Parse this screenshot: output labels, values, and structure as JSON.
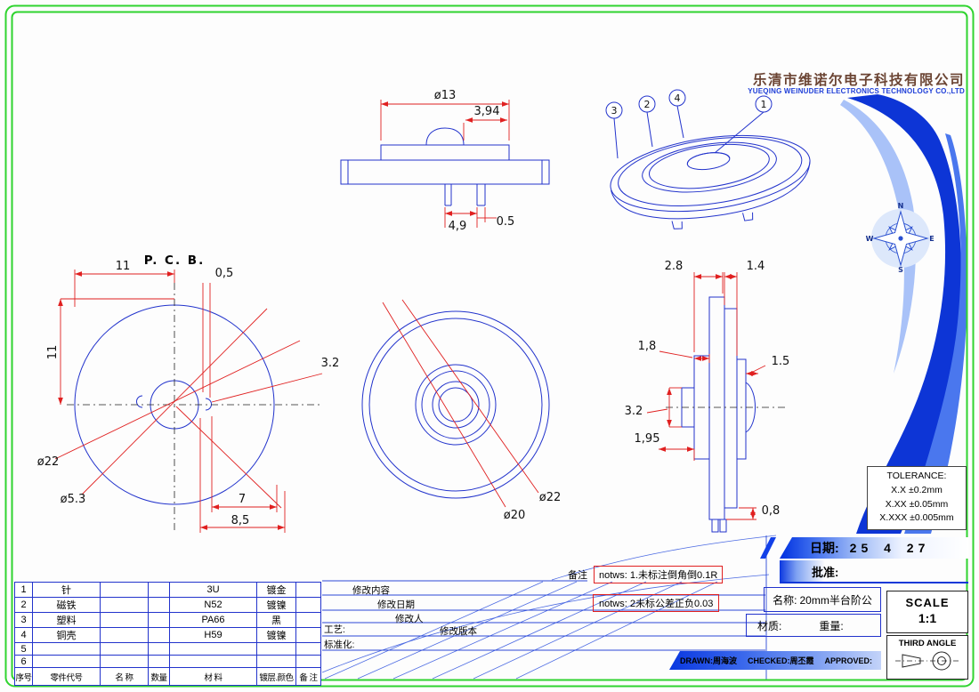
{
  "company": {
    "name_cn": "乐清市维诺尔电子科技有限公司",
    "name_en": "YUEQING WEINUDER ELECTRONICS TECHNOLOGY CO.,LTD"
  },
  "drawing": {
    "pcb_label": "P. C. B.",
    "front": {
      "dia13": "ø13",
      "d394": "3,94",
      "d49": "4,9",
      "d05": "0.5"
    },
    "pcb": {
      "d11h": "11",
      "d11v": "11",
      "d05": "0,5",
      "d32": "3.2",
      "dia22": "ø22",
      "dia53": "ø5.3",
      "d7": "7",
      "d85": "8,5"
    },
    "face": {
      "dia20": "ø20",
      "dia22": "ø22"
    },
    "side": {
      "d28": "2.8",
      "d14": "1.4",
      "d18": "1,8",
      "d15": "1.5",
      "d32": "3.2",
      "d195": "1,95",
      "d08": "0,8"
    },
    "balloons": {
      "b1": "1",
      "b2": "2",
      "b3": "3",
      "b4": "4"
    },
    "compass": {
      "n": "N",
      "e": "E",
      "s": "S",
      "w": "W"
    }
  },
  "notes": {
    "prefix": "备注",
    "note1": "notws: 1.未标注倒角倒0.1R",
    "note2": "notws: 2未标公差正负0.03"
  },
  "revision": {
    "content": "修改内容",
    "date": "修改日期",
    "person": "修改人",
    "process": "工艺:",
    "version": "修改版本",
    "standard": "标准化:"
  },
  "titleblock": {
    "tolerance_title": "TOLERANCE:",
    "tolerance_1": "X.X ±0.2mm",
    "tolerance_2": "X.XX ±0.05mm",
    "tolerance_3": "X.XXX ±0.005mm",
    "date_label": "日期:",
    "date_value": "25 4 27",
    "approve_label": "批准:",
    "name_label": "名称:",
    "name_value": "20mm半台阶公",
    "scale_label": "SCALE",
    "scale_value": "1:1",
    "material_label": "材质:",
    "weight_label": "重量:",
    "projection_label": "THIRD ANGLE",
    "drawn": "DRAWN:周海波",
    "checked": "CHECKED:周丕霞",
    "approved": "APPROVED:"
  },
  "bom": {
    "headers": [
      "序号",
      "零件代号",
      "名 称",
      "数量",
      "材 料",
      "镀层.颜色",
      "备 注"
    ],
    "rows": [
      {
        "no": "1",
        "code": "针",
        "name": "",
        "qty": "",
        "material": "3U",
        "plating": "镀金",
        "remark": ""
      },
      {
        "no": "2",
        "code": "磁铁",
        "name": "",
        "qty": "",
        "material": "N52",
        "plating": "镀镍",
        "remark": ""
      },
      {
        "no": "3",
        "code": "塑料",
        "name": "",
        "qty": "",
        "material": "PA66",
        "plating": "黑",
        "remark": ""
      },
      {
        "no": "4",
        "code": "铜壳",
        "name": "",
        "qty": "",
        "material": "H59",
        "plating": "镀镍",
        "remark": ""
      },
      {
        "no": "5",
        "code": "",
        "name": "",
        "qty": "",
        "material": "",
        "plating": "",
        "remark": ""
      },
      {
        "no": "6",
        "code": "",
        "name": "",
        "qty": "",
        "material": "",
        "plating": "",
        "remark": ""
      }
    ]
  }
}
